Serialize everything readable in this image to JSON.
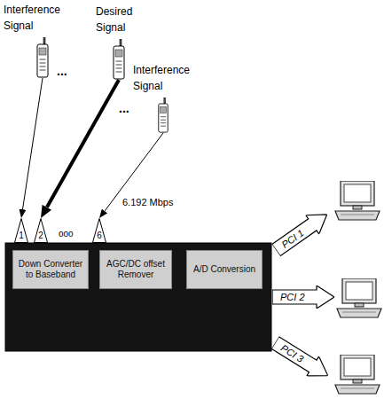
{
  "diagram": {
    "nodes": [
      {
        "text": [
          "Interference Signal"
        ]
      },
      {
        "text": [
          "Desired Signal"
        ]
      },
      {
        "text": [
          "Interference Signal"
        ]
      },
      {
        "text": [
          "1"
        ]
      },
      {
        "text": [
          "2"
        ]
      },
      {
        "text": [
          "6"
        ]
      },
      {
        "text": [
          "Down Converter to Baseband"
        ]
      },
      {
        "text": [
          "AGC/DC offset Remover"
        ]
      },
      {
        "text": [
          "A/D Conversion"
        ]
      },
      {
        "text": [
          "PCI 1"
        ]
      },
      {
        "text": [
          "PCI 2"
        ]
      },
      {
        "text": [
          "PCI 3"
        ]
      }
    ],
    "edges": [
      {
        "from": 0,
        "to": 3,
        "arrow": "to"
      },
      {
        "from": 1,
        "to": 4,
        "label": "6.192 Mbps",
        "arrow": "to"
      },
      {
        "from": 2,
        "to": 5,
        "arrow": "to"
      }
    ],
    "labels": [
      "...",
      "...",
      "ooo"
    ]
  }
}
